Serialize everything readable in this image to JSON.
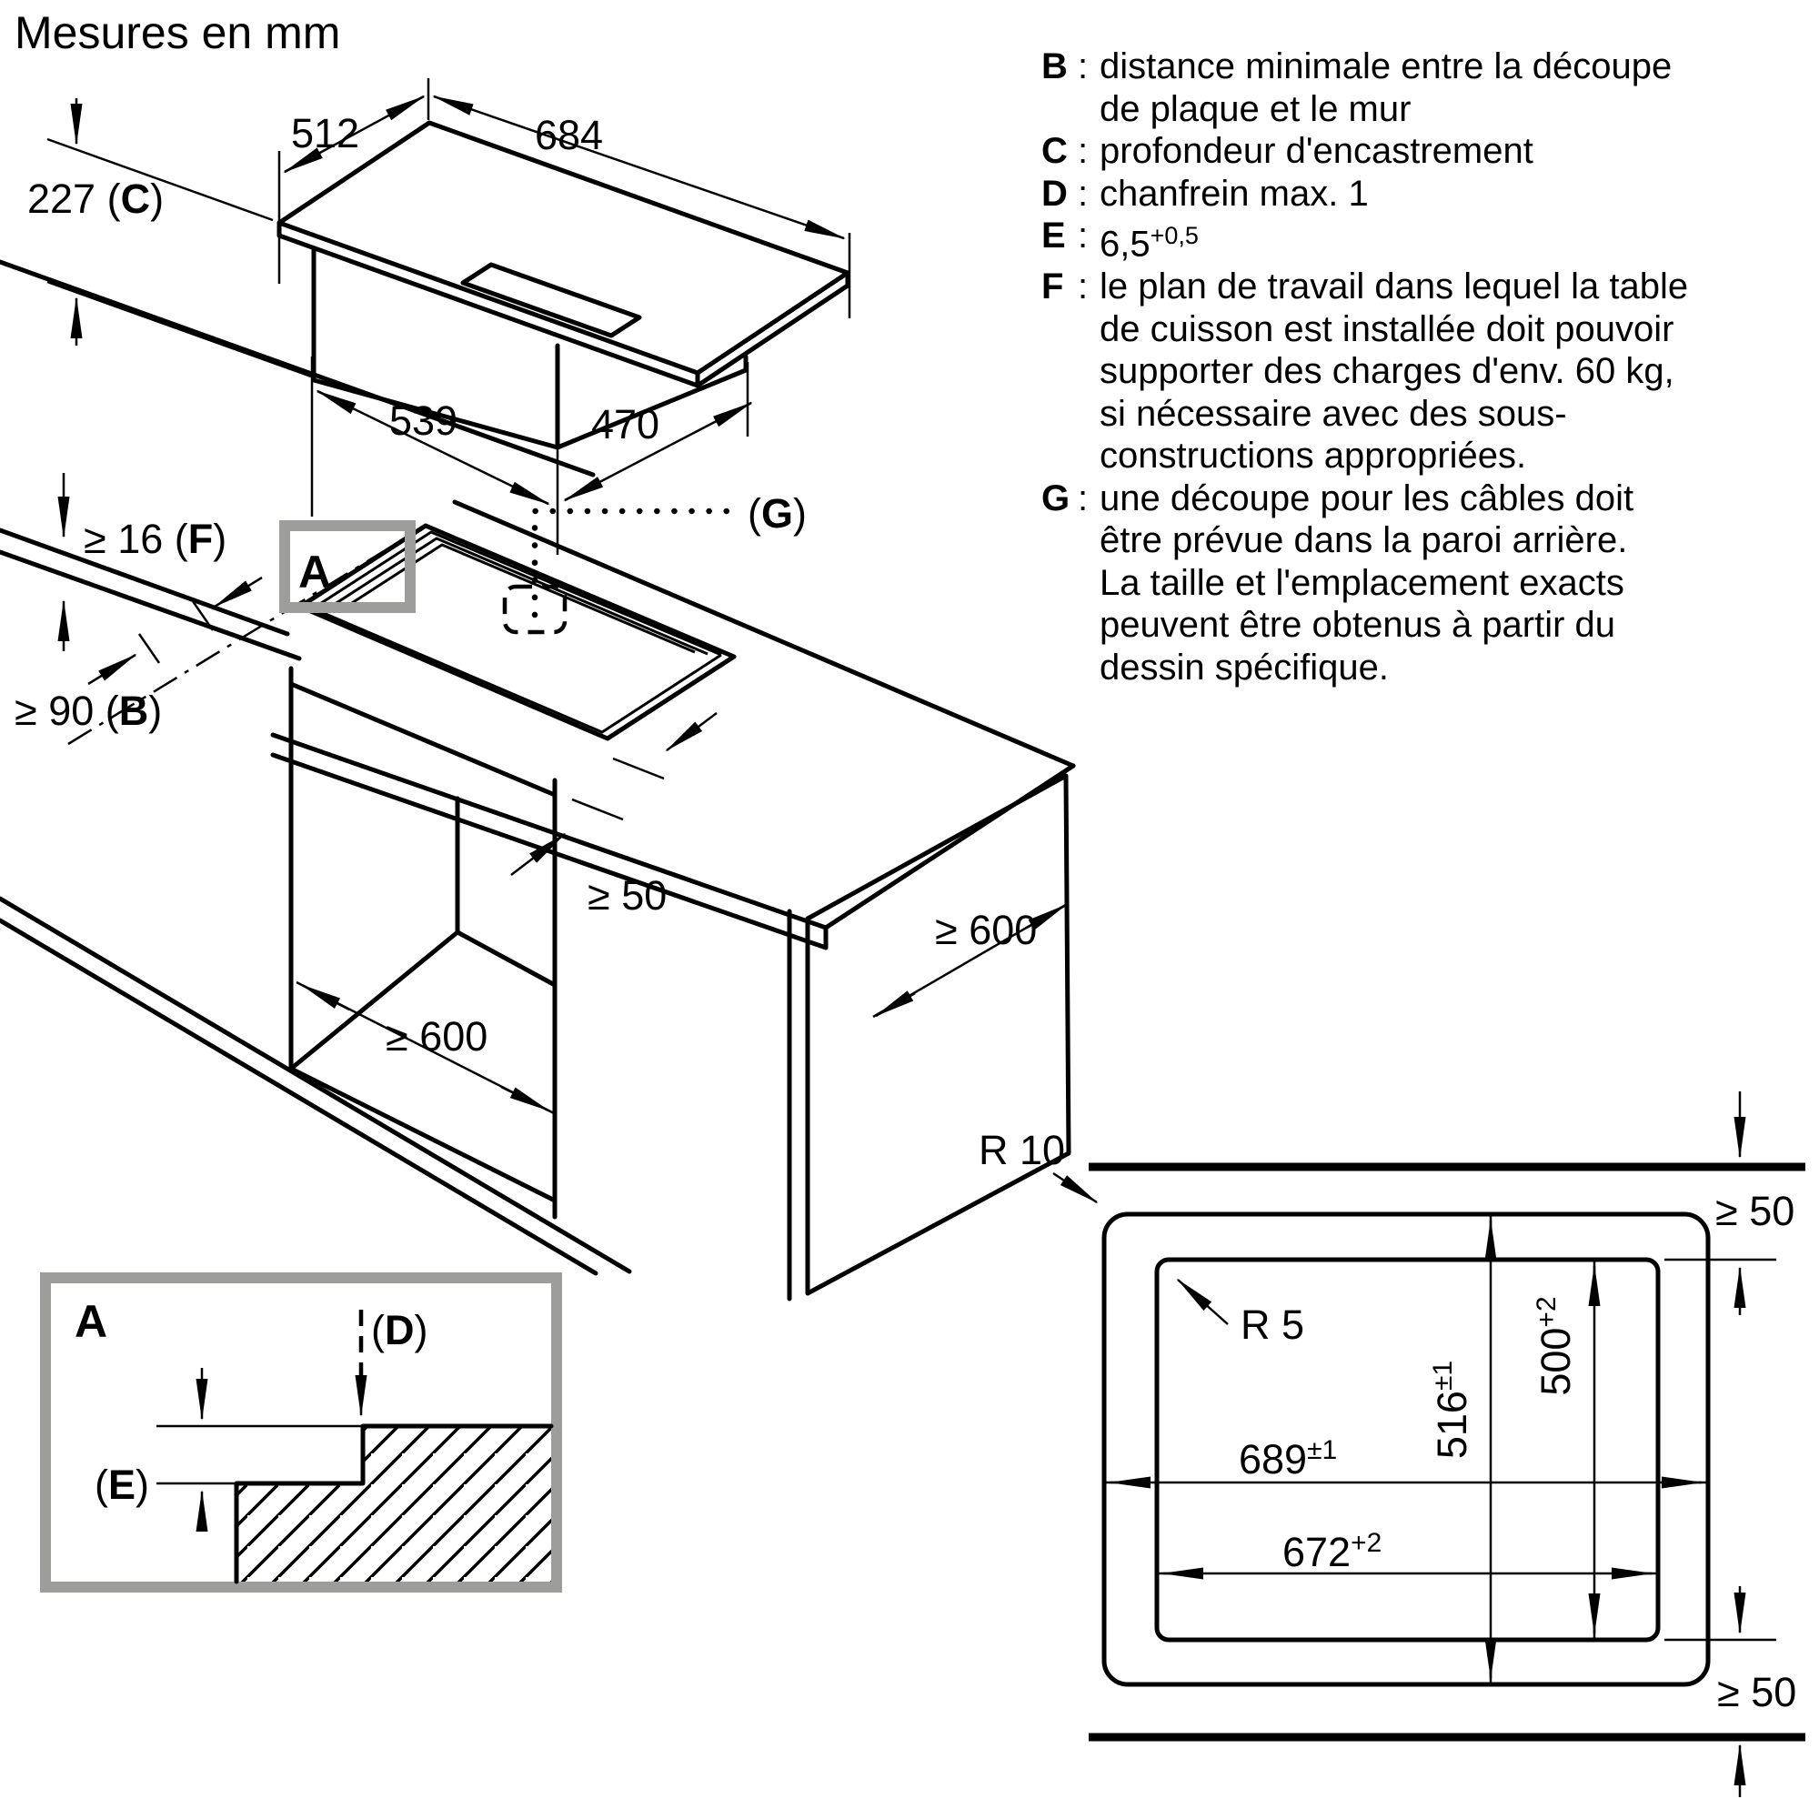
{
  "title": "Mesures en mm",
  "legend": {
    "colon": ":",
    "entries": [
      {
        "key": "B",
        "lines": [
          "distance minimale entre la découpe",
          "de plaque et le mur"
        ]
      },
      {
        "key": "C",
        "lines": [
          "profondeur d'encastrement"
        ]
      },
      {
        "key": "D",
        "lines": [
          "chanfrein max. 1"
        ]
      },
      {
        "key": "E",
        "value_main": "6,5",
        "value_sup": "+0,5"
      },
      {
        "key": "F",
        "lines": [
          "le plan de travail dans lequel la table",
          "de cuisson est installée doit pouvoir",
          "supporter des charges d'env. 60 kg,",
          "si nécessaire avec des sous-",
          "constructions appropriées."
        ]
      },
      {
        "key": "G",
        "lines": [
          "une découpe pour les câbles doit",
          "être prévue dans la paroi arrière.",
          "La taille et l'emplacement exacts",
          "peuvent être obtenus à partir du",
          "dessin spécifique."
        ]
      }
    ]
  },
  "appliance": {
    "dim_top_depth": "512",
    "dim_top_width": "684",
    "dim_height_pre": "227 (",
    "dim_height_key": "C",
    "dim_height_post": ")",
    "dim_body_width": "539",
    "dim_body_depth": "470"
  },
  "scene": {
    "thickness_pre": "≥ 16 (",
    "thickness_key": "F",
    "thickness_post": ")",
    "wall_pre": "≥ 90 (",
    "wall_key": "B",
    "wall_post": ")",
    "marker": "A",
    "cable_pre": "(",
    "cable_key": "G",
    "cable_post": ")",
    "front_clearance": "≥ 50",
    "right_clearance": "≥ 600",
    "bottom_clearance": "≥ 600"
  },
  "detail": {
    "marker": "A",
    "d_pre": "(",
    "d_key": "D",
    "d_post": ")",
    "e_pre": "(",
    "e_key": "E",
    "e_post": ")"
  },
  "plan": {
    "r_outer": "R 10",
    "r_inner": "R 5",
    "w_outer": "689",
    "w_outer_sup": "±1",
    "w_inner": "672",
    "w_inner_sup": "+2",
    "h_outer": "516",
    "h_outer_sup": "±1",
    "h_inner": "500",
    "h_inner_sup": "+2",
    "top_clearance": "≥ 50",
    "bottom_clearance": "≥ 50"
  },
  "colors": {
    "ink": "#000000",
    "marker_box": "#9d9d9c",
    "background": "#ffffff"
  }
}
